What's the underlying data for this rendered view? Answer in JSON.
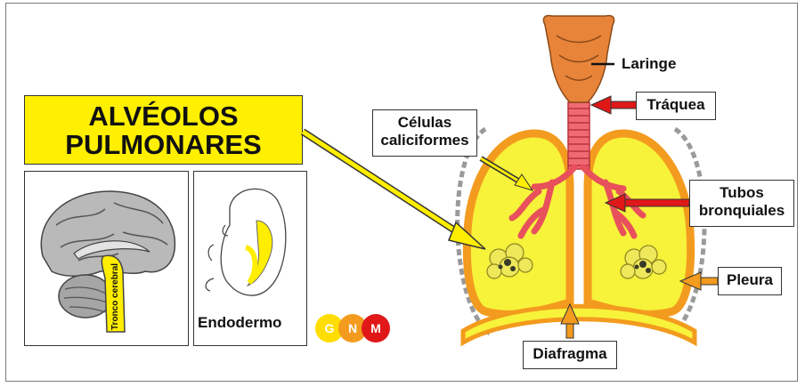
{
  "title": {
    "line1": "ALVÉOLOS",
    "line2": "PULMONARES"
  },
  "panels": {
    "brain_label": "Tronco cerebral",
    "embryo_label": "Endodermo"
  },
  "labels": {
    "larynx": "Laringe",
    "trachea": "Tráquea",
    "goblet_line1": "Células",
    "goblet_line2": "caliciformes",
    "bronchi_line1": "Tubos",
    "bronchi_line2": "bronquiales",
    "pleura": "Pleura",
    "diaphragm": "Diafragma"
  },
  "logo": {
    "letters": [
      "G",
      "N",
      "M"
    ]
  },
  "colors": {
    "title_bg": "#ffef00",
    "lung_fill": "#f7f23a",
    "lung_border": "#f39b1e",
    "bronchi": "#e8505b",
    "arrow_red": "#e01818",
    "arrow_orange": "#f39b1e",
    "arrow_yellow": "#ffee00",
    "larynx": "#e8843a"
  }
}
